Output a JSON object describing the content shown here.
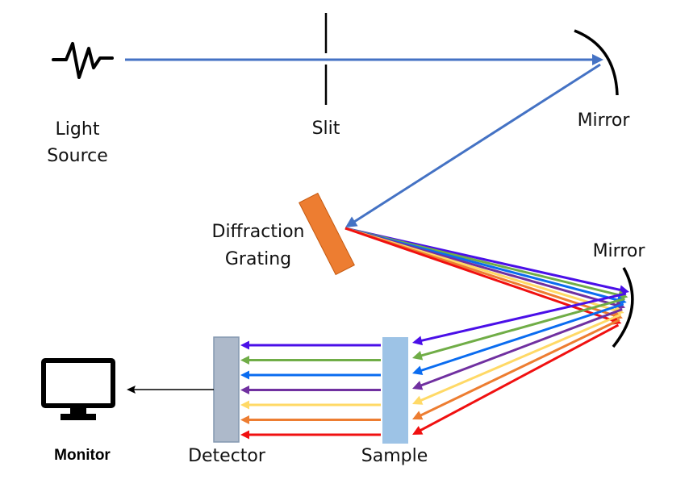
{
  "title": "UV-Vis Spectrophotometer schematic",
  "labels": {
    "light_source_line1": "Light",
    "light_source_line2": "Source",
    "slit": "Slit",
    "mirror_top": "Mirror",
    "grating_line1": "Diffraction",
    "grating_line2": "Grating",
    "mirror_bottom": "Mirror",
    "detector": "Detector",
    "sample": "Sample",
    "monitor": "Monitor"
  },
  "colors": {
    "incident_beam": "#4472C4",
    "grating": "#ED7D31",
    "grating_border": "#C55A11",
    "detector": "#ADB9CA",
    "detector_border": "#8497B0",
    "sample": "#9DC3E6",
    "outline": "#000000"
  },
  "spectrum": [
    {
      "name": "violet",
      "color": "#4A0FE8"
    },
    {
      "name": "green",
      "color": "#70AD47"
    },
    {
      "name": "blue",
      "color": "#0A6CF0"
    },
    {
      "name": "purple",
      "color": "#7030A0"
    },
    {
      "name": "yellow",
      "color": "#FFD966"
    },
    {
      "name": "orange",
      "color": "#ED7D31"
    },
    {
      "name": "red",
      "color": "#F01010"
    }
  ]
}
